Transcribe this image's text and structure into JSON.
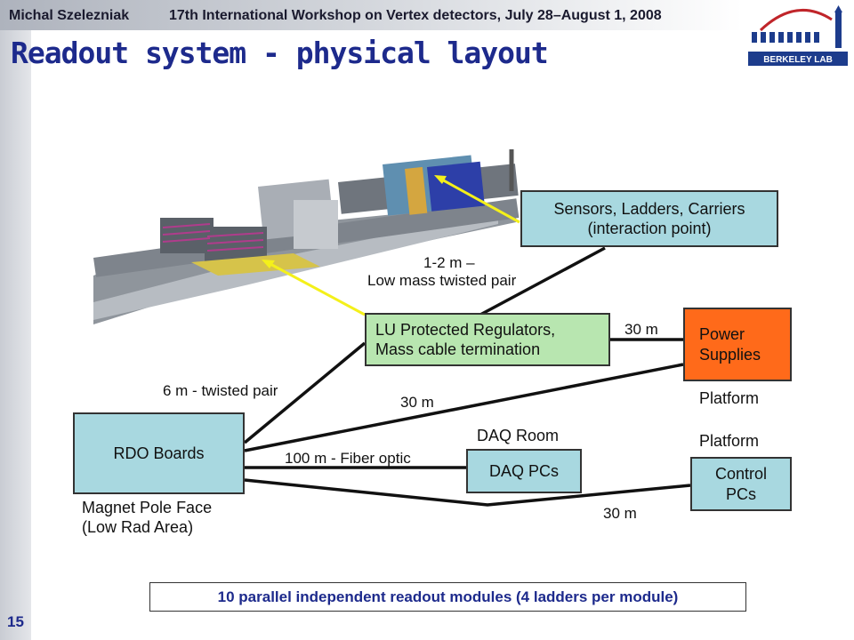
{
  "header": {
    "author": "Michal Szelezniak",
    "event": "17th International Workshop on Vertex detectors, July 28–August 1, 2008"
  },
  "logo": {
    "text": "BERKELEY LAB"
  },
  "title": "Readout system - physical layout",
  "slide_number": "15",
  "boxes": {
    "sensors": {
      "line1": "Sensors, Ladders, Carriers",
      "line2": "(interaction point)",
      "color": "#a8d8e0"
    },
    "lu": {
      "line1": "LU Protected Regulators,",
      "line2": "Mass cable termination",
      "color": "#b8e6b0"
    },
    "power": {
      "line1": "Power",
      "line2": "Supplies",
      "color": "#ff6a1a"
    },
    "rdo": {
      "label": "RDO Boards",
      "color": "#a8d8e0"
    },
    "daq": {
      "label": "DAQ PCs",
      "color": "#a8d8e0"
    },
    "control": {
      "line1": "Control",
      "line2": "PCs",
      "color": "#a8d8e0"
    }
  },
  "labels": {
    "low_mass_1": "1-2 m –",
    "low_mass_2": "Low mass twisted pair",
    "lu_power": "30 m",
    "twisted_6m": "6 m - twisted pair",
    "rdo_power": "30 m",
    "platform_power": "Platform",
    "daq_room": "DAQ Room",
    "platform_control": "Platform",
    "fiber": "100 m - Fiber optic",
    "control_30m": "30 m",
    "magnet_1": "Magnet Pole Face",
    "magnet_2": "(Low Rad Area)"
  },
  "banner": "10 parallel independent readout modules (4 ladders per module)"
}
